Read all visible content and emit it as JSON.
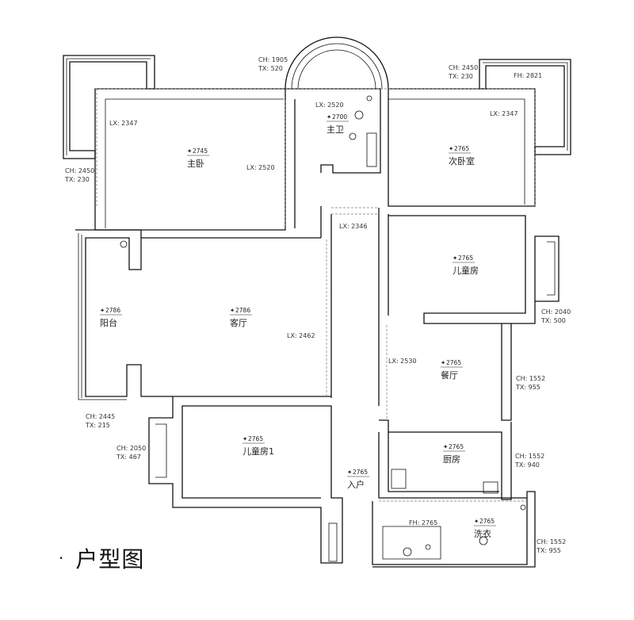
{
  "caption": {
    "bullet": "·",
    "title": "户型图"
  },
  "rooms": [
    {
      "id": "master-bedroom",
      "name": "主卧",
      "height": "2745"
    },
    {
      "id": "master-bath",
      "name": "主卫",
      "height": "2700"
    },
    {
      "id": "second-bedroom",
      "name": "次卧室",
      "height": "2765"
    },
    {
      "id": "kids-room",
      "name": "儿童房",
      "height": "2765"
    },
    {
      "id": "balcony",
      "name": "阳台",
      "height": "2786"
    },
    {
      "id": "living-room",
      "name": "客厅",
      "height": "2786"
    },
    {
      "id": "dining-room",
      "name": "餐厅",
      "height": "2765"
    },
    {
      "id": "kids-room-1",
      "name": "儿童房1",
      "height": "2765"
    },
    {
      "id": "entrance",
      "name": "入户",
      "height": "2765"
    },
    {
      "id": "kitchen",
      "name": "厨房",
      "height": "2765"
    },
    {
      "id": "laundry",
      "name": "洗衣",
      "height": "2765"
    }
  ],
  "annotations": [
    {
      "id": "ch1905",
      "lines": [
        "CH: 1905",
        "TX: 520"
      ]
    },
    {
      "id": "ch2450-top",
      "lines": [
        "CH: 2450",
        "TX: 230"
      ]
    },
    {
      "id": "fh2821",
      "lines": [
        "FH: 2821"
      ]
    },
    {
      "id": "ch2450-left",
      "lines": [
        "CH: 2450",
        "TX: 230"
      ]
    },
    {
      "id": "ch2040",
      "lines": [
        "CH: 2040",
        "TX: 500"
      ]
    },
    {
      "id": "ch1552-a",
      "lines": [
        "CH: 1552",
        "TX: 955"
      ]
    },
    {
      "id": "ch2445",
      "lines": [
        "CH: 2445",
        "TX: 215"
      ]
    },
    {
      "id": "ch2050",
      "lines": [
        "CH: 2050",
        "TX: 467"
      ]
    },
    {
      "id": "ch1552-b",
      "lines": [
        "CH: 1552",
        "TX: 940"
      ]
    },
    {
      "id": "ch1552-c",
      "lines": [
        "CH: 1552",
        "TX: 955"
      ]
    },
    {
      "id": "fh2765",
      "lines": [
        "FH: 2765"
      ]
    }
  ],
  "beams": {
    "lx2347a": "LX: 2347",
    "lx2520a": "LX: 2520",
    "lx2520b": "LX: 2520",
    "lx2347b": "LX: 2347",
    "lx2346": "LX: 2346",
    "lx2462": "LX: 2462",
    "lx2530": "LX: 2530"
  }
}
